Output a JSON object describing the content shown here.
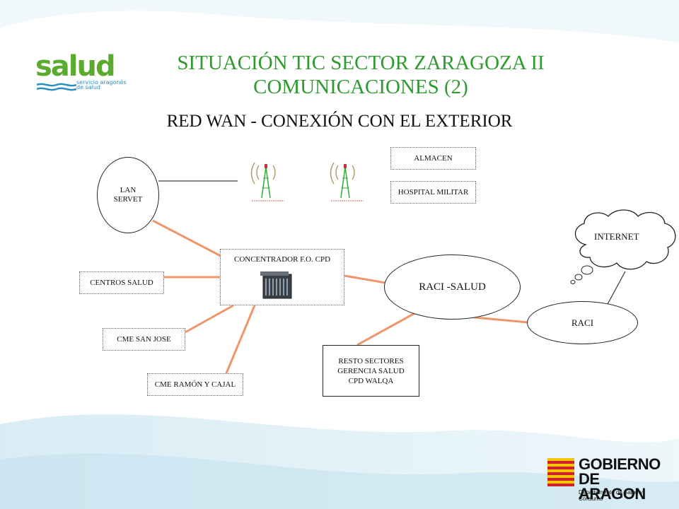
{
  "header": {
    "title_line1": "SITUACIÓN TIC SECTOR ZARAGOZA II",
    "title_line2": "COMUNICACIONES (2)",
    "subtitle": "RED WAN - CONEXIÓN CON EL EXTERIOR"
  },
  "logo_salud": {
    "word": "salud",
    "tagline_line1": "servicio aragonés",
    "tagline_line2": "de salud"
  },
  "logo_gobierno": {
    "line1": "GOBIERNO",
    "line2": "DE ARAGON",
    "dept": "Departamento de Salud y Consumo"
  },
  "nodes": {
    "lan_servet_line1": "LAN",
    "lan_servet_line2": "SERVET",
    "almacen": "ALMACEN",
    "hospital_militar": "HOSPITAL MILITAR",
    "concentrador": "CONCENTRADOR  F.O. CPD",
    "centros_salud": "CENTROS SALUD",
    "cme_san_jose": "CME SAN JOSE",
    "cme_ramon_cajal": "CME RAMÓN Y CAJAL",
    "raci_salud": "RACI -SALUD",
    "raci": "RACI",
    "internet": "INTERNET",
    "resto_line1": "RESTO SECTORES",
    "resto_line2": "GERENCIA SALUD",
    "resto_line3": "CPD WALQA"
  },
  "colors": {
    "title": "#2f9a2f",
    "link": "#f0956a",
    "salud_green": "#5aab2e",
    "salud_blue": "#2a8fbf"
  }
}
